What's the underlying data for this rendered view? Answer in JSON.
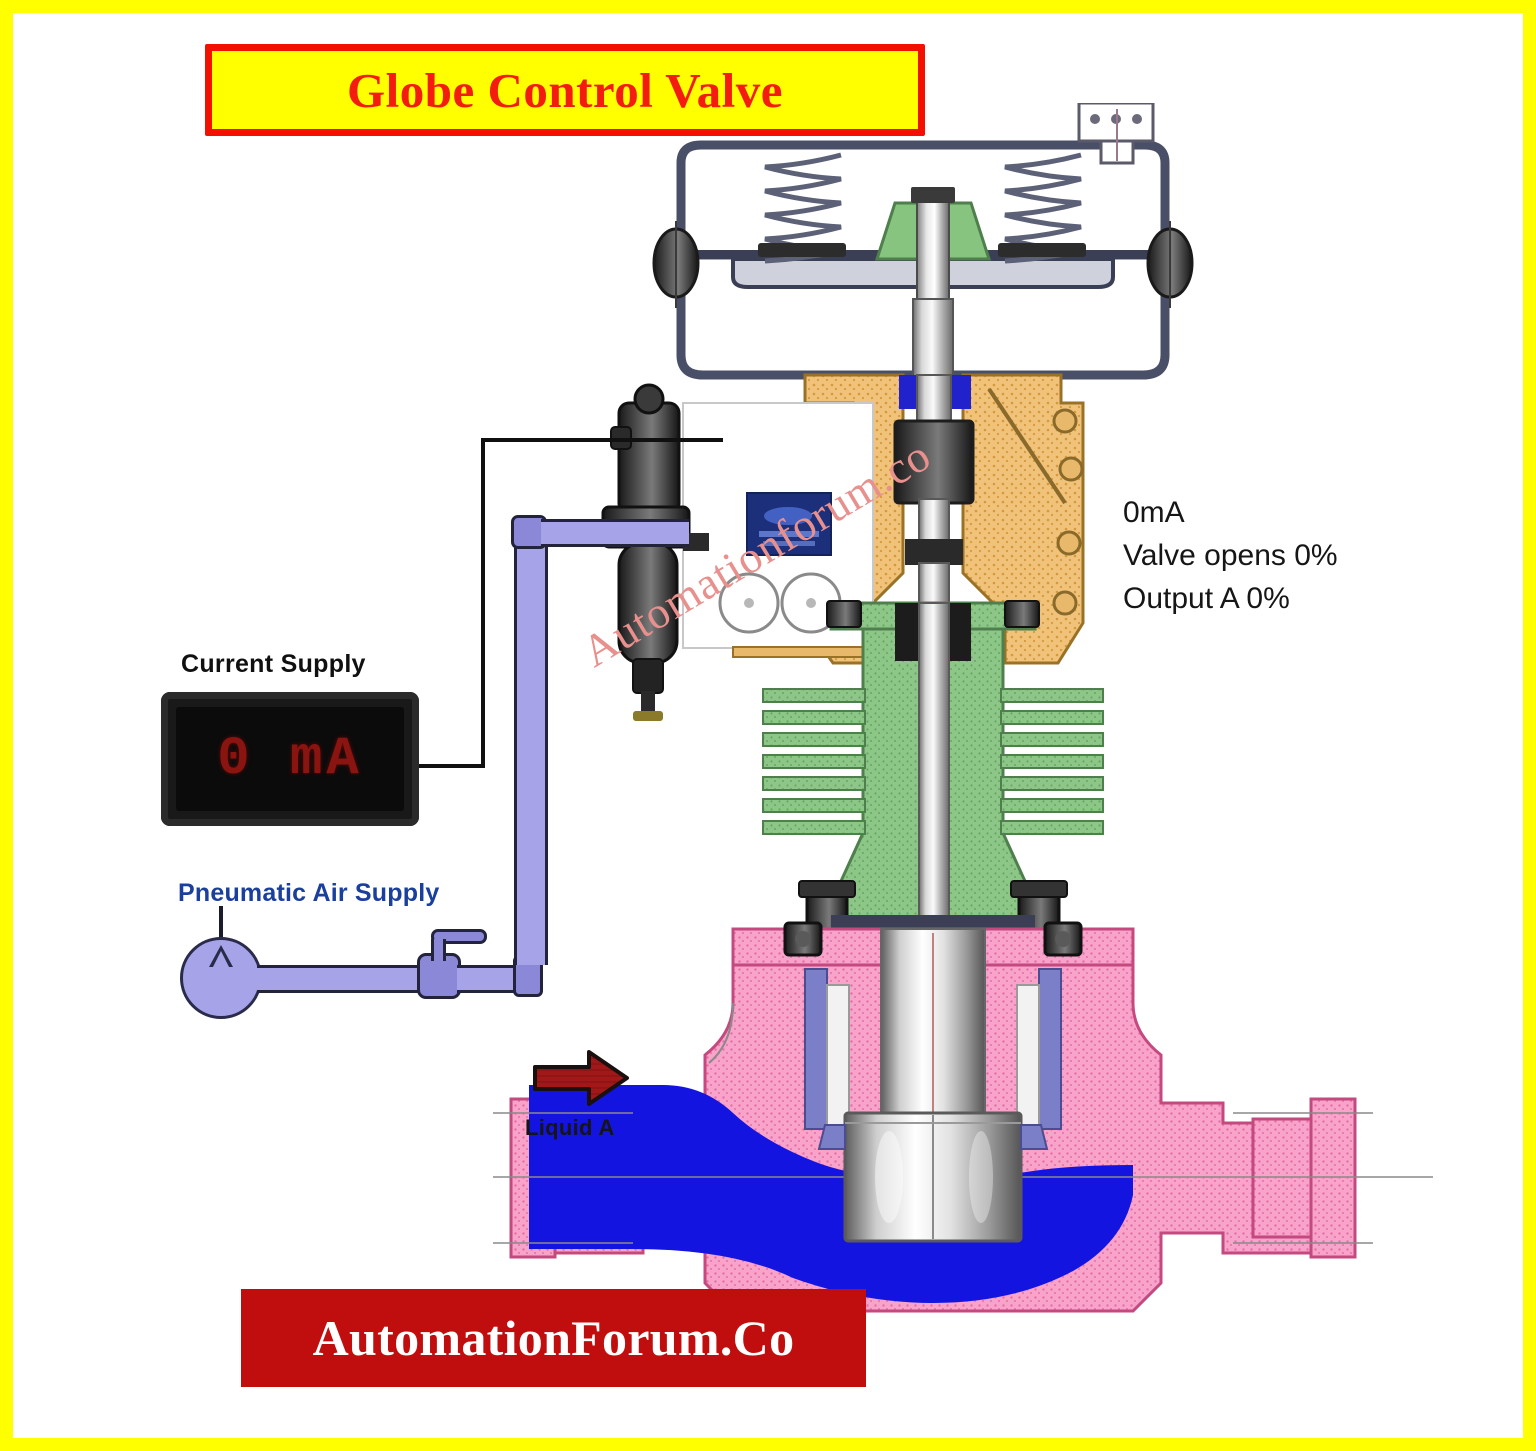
{
  "page": {
    "frame_color": "#ffff00",
    "background": "#ffffff"
  },
  "title": {
    "text": "Globe Control Valve",
    "text_color": "#f41c10",
    "background": "#ffff00",
    "border_color": "#f41000"
  },
  "footer": {
    "text": "AutomationForum.Co",
    "text_color": "#ffffff",
    "background": "#c00d0d"
  },
  "watermark": {
    "text": "Automationforum.co",
    "color": "#e8908d"
  },
  "annotation": {
    "lines": [
      "0mA",
      "Valve opens 0%",
      "Output A 0%"
    ],
    "current": "0mA",
    "valve_open_pct": "Valve opens 0%",
    "output_a_pct": "Output A 0%"
  },
  "current_supply": {
    "label": "Current Supply",
    "value": "0 mA",
    "display_background": "#0b0b0b",
    "digit_color": "#8a1410"
  },
  "pneumatic": {
    "label": "Pneumatic Air Supply",
    "label_color": "#1a3f9c",
    "tube_color": "#a6a3e8"
  },
  "flow": {
    "label": "Liquid A",
    "arrow_color": "#a01818",
    "arrow_direction": "right"
  },
  "valve": {
    "actuator_label": "spring-diaphragm-actuator",
    "actuator_color": "#4a4f68",
    "spring_color": "#5a5f78",
    "diaphragm_plate_color": "#86c47f",
    "yoke_color": "#f0c27a",
    "bonnet_color": "#86c47f",
    "body_color": "#f48fc0",
    "liquid_color": "#1414e0",
    "stem_color": "#9a9a9a",
    "positioner_color": "#ffffff",
    "positioner_nameplate_color": "#1b2f7a",
    "regulator_color": "#2b2b2b"
  }
}
